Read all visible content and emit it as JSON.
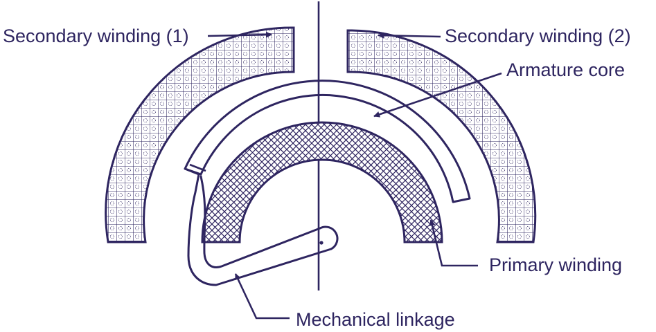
{
  "labels": {
    "secondary_1": "Secondary winding (1)",
    "secondary_2": "Secondary winding (2)",
    "armature_core": "Armature core",
    "primary_winding": "Primary winding",
    "mechanical_linkage": "Mechanical linkage"
  },
  "colors": {
    "ink": "#2e2560",
    "background": "#ffffff"
  }
}
